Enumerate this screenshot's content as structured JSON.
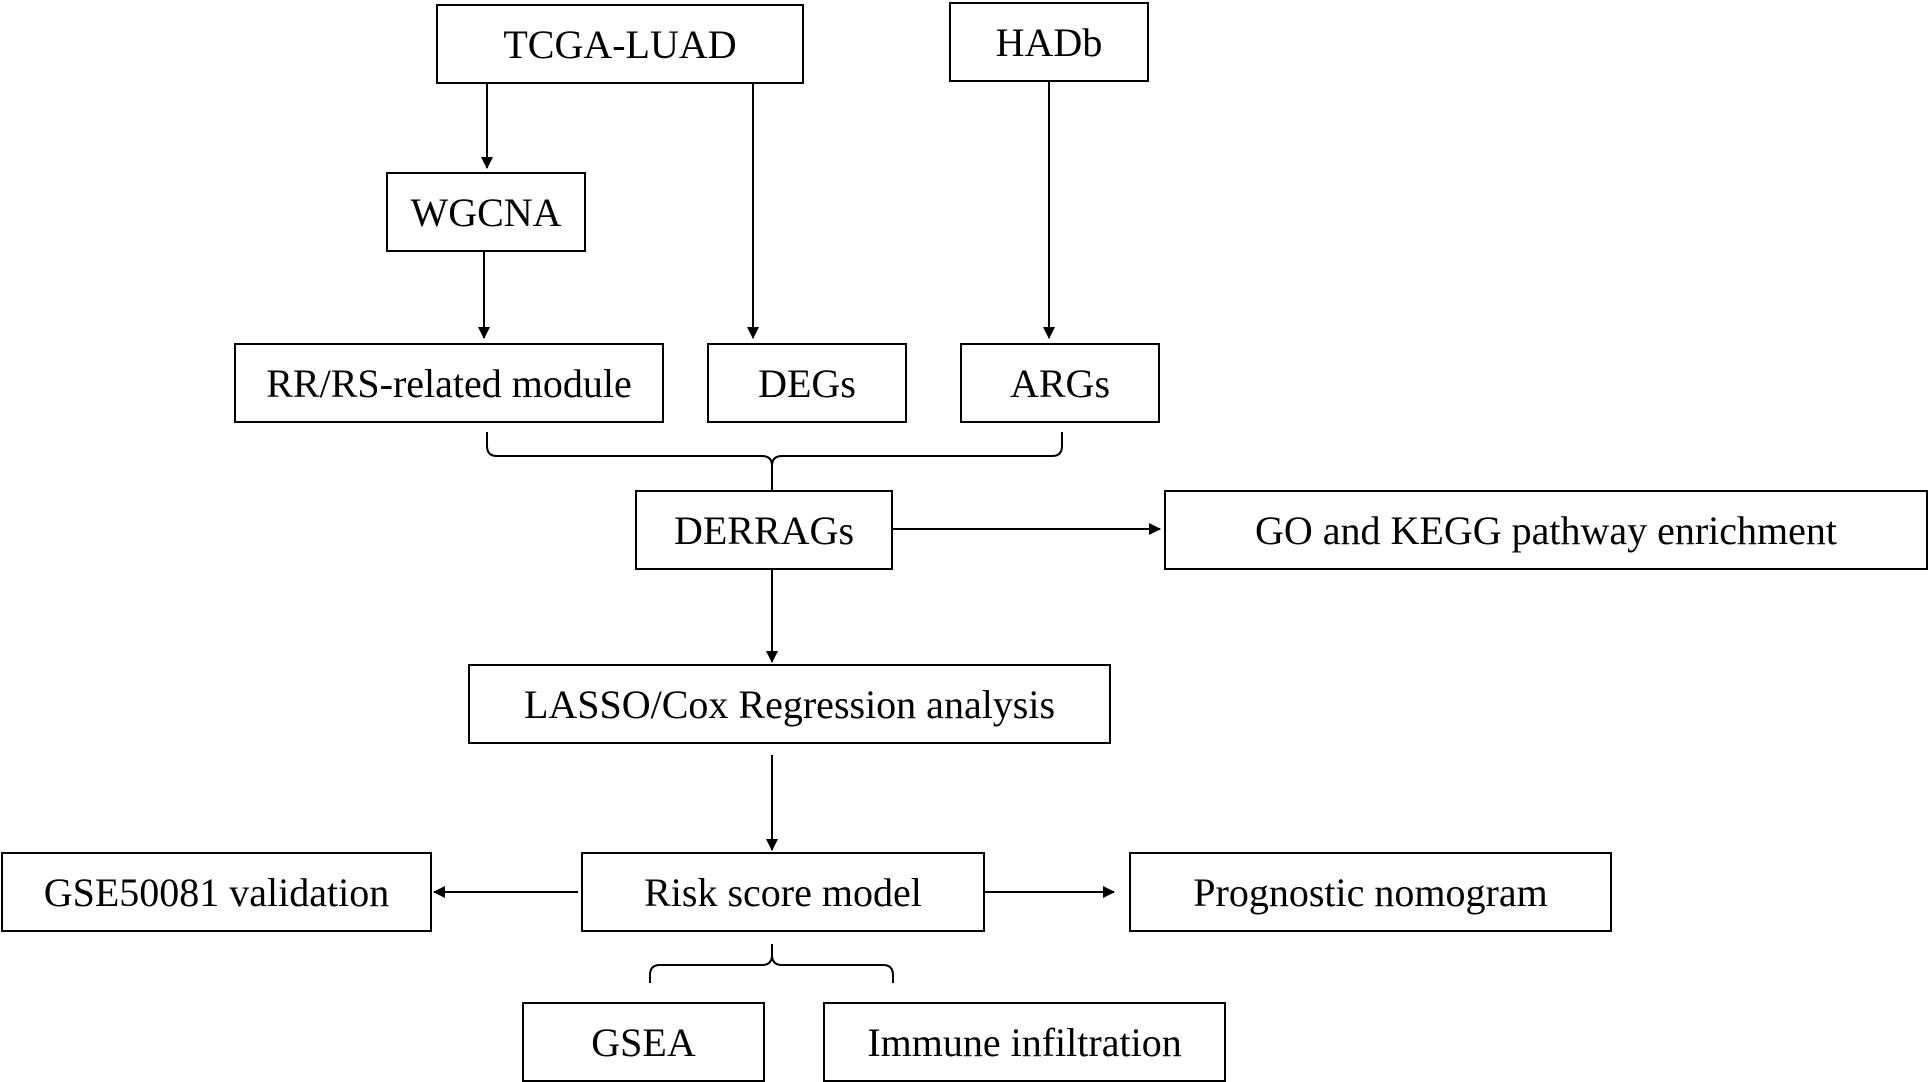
{
  "nodes": {
    "tcga_luad": "TCGA-LUAD",
    "hadb": "HADb",
    "wgcna": "WGCNA",
    "rr_rs_module": "RR/RS-related module",
    "degs": "DEGs",
    "args": "ARGs",
    "derrags": "DERRAGs",
    "go_kegg": "GO and KEGG pathway enrichment",
    "lasso_cox": "LASSO/Cox Regression analysis",
    "risk_score": "Risk score model",
    "gse_validation": "GSE50081 validation",
    "nomogram": "Prognostic nomogram",
    "gsea": "GSEA",
    "immune": "Immune infiltration"
  },
  "edges": [
    {
      "from": "tcga_luad",
      "to": "wgcna"
    },
    {
      "from": "tcga_luad",
      "to": "degs"
    },
    {
      "from": "hadb",
      "to": "args"
    },
    {
      "from": "wgcna",
      "to": "rr_rs_module"
    },
    {
      "from": [
        "rr_rs_module",
        "degs",
        "args"
      ],
      "to": "derrags",
      "style": "brace"
    },
    {
      "from": "derrags",
      "to": "go_kegg"
    },
    {
      "from": "derrags",
      "to": "lasso_cox"
    },
    {
      "from": "lasso_cox",
      "to": "risk_score"
    },
    {
      "from": "risk_score",
      "to": "gse_validation"
    },
    {
      "from": "risk_score",
      "to": "nomogram"
    },
    {
      "from": "risk_score",
      "to": [
        "gsea",
        "immune"
      ],
      "style": "brace"
    }
  ],
  "colors": {
    "stroke": "#000000",
    "background": "#ffffff"
  }
}
